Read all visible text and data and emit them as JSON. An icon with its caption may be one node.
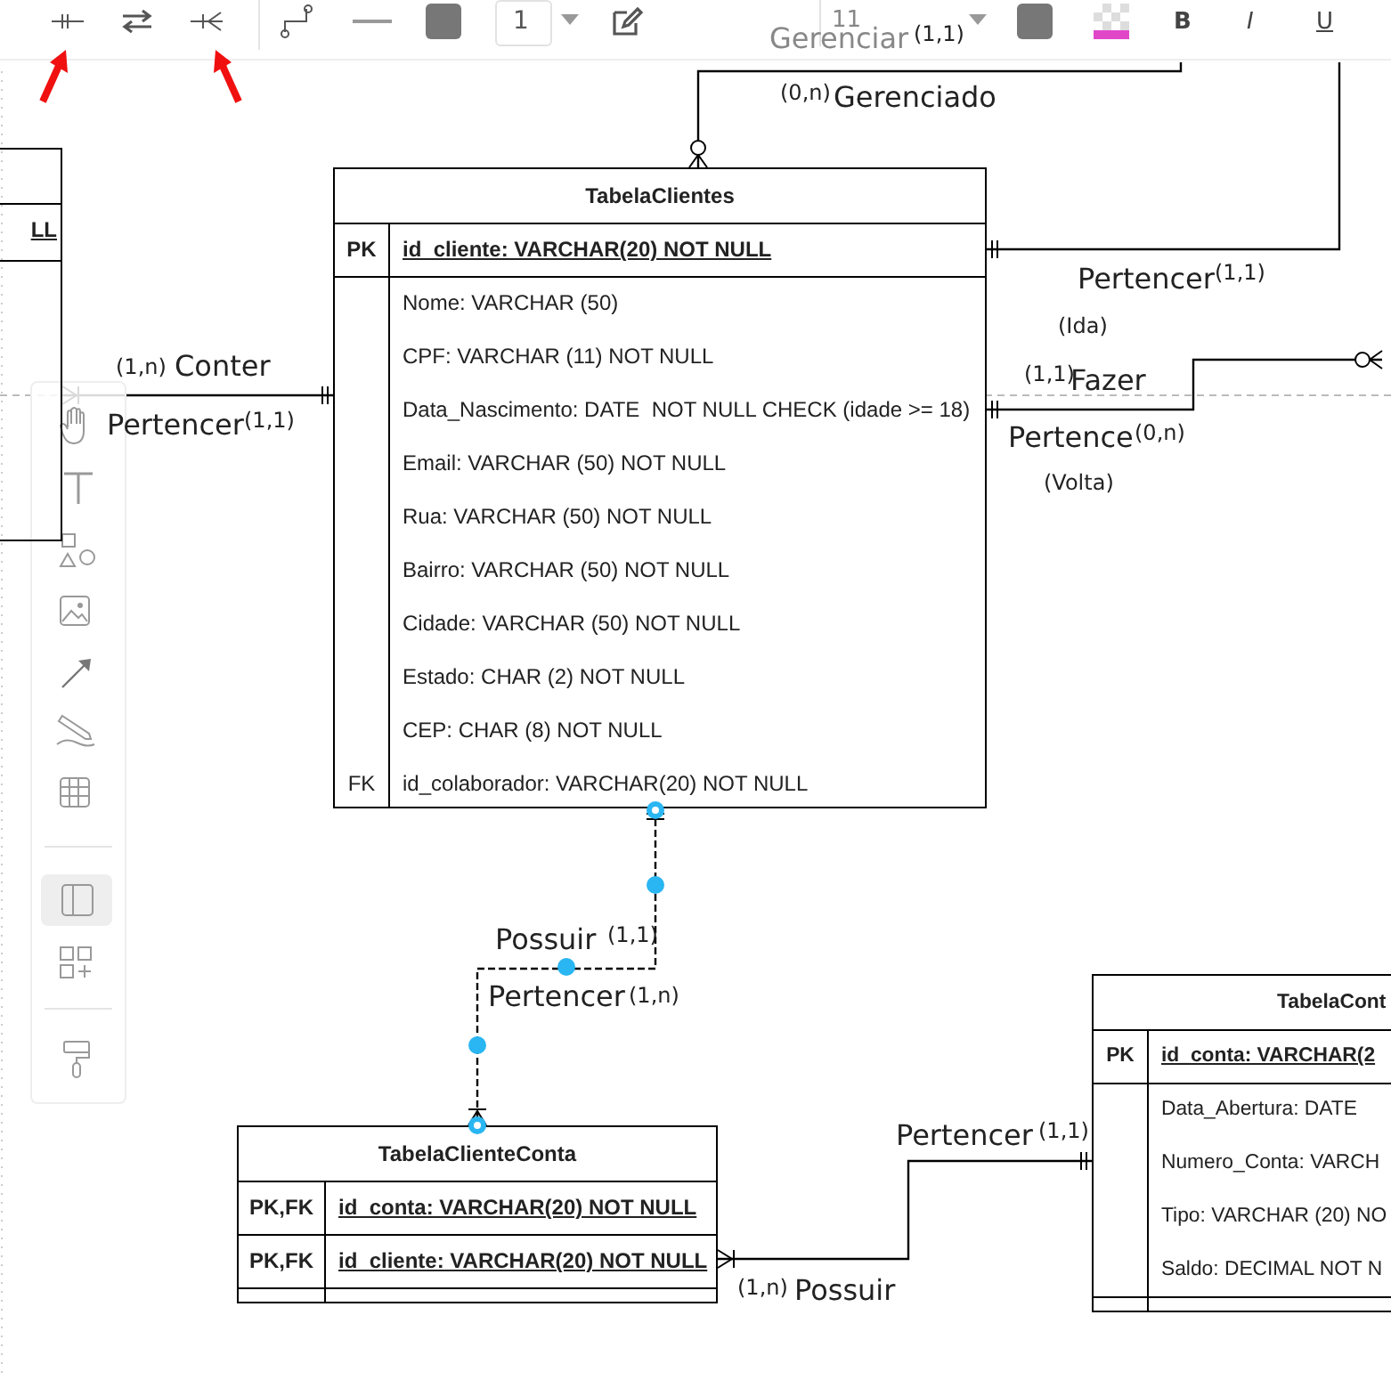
{
  "diagram": {
    "nodes": [
      {
        "text": [
          "LL"
        ]
      },
      {
        "text": [
          "TabelaClientes",
          "PK",
          "id_cliente: VARCHAR(20) NOT NULL",
          "Nome: VARCHAR (50)",
          "CPF: VARCHAR (11) NOT NULL",
          "Data_Nascimento: DATE  NOT NULL CHECK (idade >= 18)",
          "Email: VARCHAR (50) NOT NULL",
          "Rua: VARCHAR (50) NOT NULL",
          "Bairro: VARCHAR (50) NOT NULL",
          "Cidade: VARCHAR (50) NOT NULL",
          "Estado: CHAR (2) NOT NULL",
          "CEP: CHAR (8) NOT NULL",
          "FK",
          "id_colaborador: VARCHAR(20) NOT NULL"
        ]
      },
      {
        "text": [
          "TabelaClienteConta",
          "PK,FK",
          "id_conta: VARCHAR(20) NOT NULL",
          "PK,FK",
          "id_cliente: VARCHAR(20) NOT NULL"
        ]
      },
      {
        "text": [
          "TabelaCont",
          "PK",
          "id_conta: VARCHAR(2",
          "Data_Abertura: DATE",
          "Numero_Conta: VARCH",
          "Tipo: VARCHAR (20) NO",
          "Saldo: DECIMAL NOT N"
        ]
      }
    ],
    "edges": [
      {
        "from": null,
        "to": 1,
        "arrow": "other"
      },
      {
        "from": 1,
        "to": null,
        "arrow": "other"
      },
      {
        "from": 1,
        "to": null,
        "arrow": "other"
      },
      {
        "from": 0,
        "to": 1,
        "arrow": "other"
      },
      {
        "from": 1,
        "to": 2,
        "arrow": "other",
        "style": "dashed"
      },
      {
        "from": 2,
        "to": 3,
        "arrow": "other"
      }
    ],
    "labels": [
      "1",
      "11",
      "B",
      "I",
      "U",
      "Gerenciar",
      "(1,1)",
      "(0,n)",
      "Gerenciado",
      "Pertencer",
      "(1,1)",
      "(Ida)",
      "(1,1)",
      "Fazer",
      "(1,n)",
      "Conter",
      "Pertencer",
      "(1,1)",
      "Pertence",
      "(0,n)",
      "(Volta)",
      "Possuir",
      "(1,1)",
      "Pertencer",
      "(1,n)",
      "Pertencer",
      "(1,1)",
      "(1,n)",
      "Possuir"
    ]
  }
}
